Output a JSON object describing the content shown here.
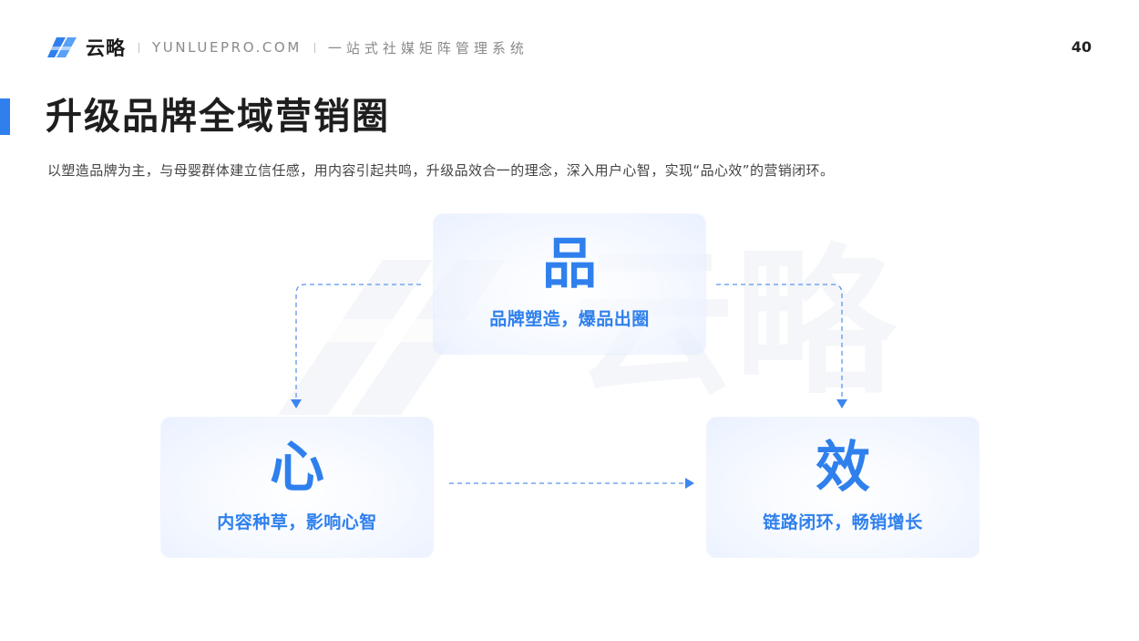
{
  "header": {
    "brand_name": "云略",
    "site_url": "YUNLUEPRO.COM",
    "tagline": "一站式社媒矩阵管理系统",
    "page_number": "40"
  },
  "title": "升级品牌全域营销圈",
  "subtitle": "以塑造品牌为主，与母婴群体建立信任感，用内容引起共鸣，升级品效合一的理念，深入用户心智，实现“品心效”的营销闭环。",
  "watermark_text": "云略",
  "colors": {
    "accent": "#2f80ed",
    "title_text": "#1e1e1e",
    "muted_text": "#8a8a8a"
  },
  "cards": {
    "top": {
      "char": "品",
      "desc": "品牌塑造，爆品出圈"
    },
    "left": {
      "char": "心",
      "desc": "内容种草，影响心智"
    },
    "right": {
      "char": "效",
      "desc": "链路闭环，畅销增长"
    }
  }
}
